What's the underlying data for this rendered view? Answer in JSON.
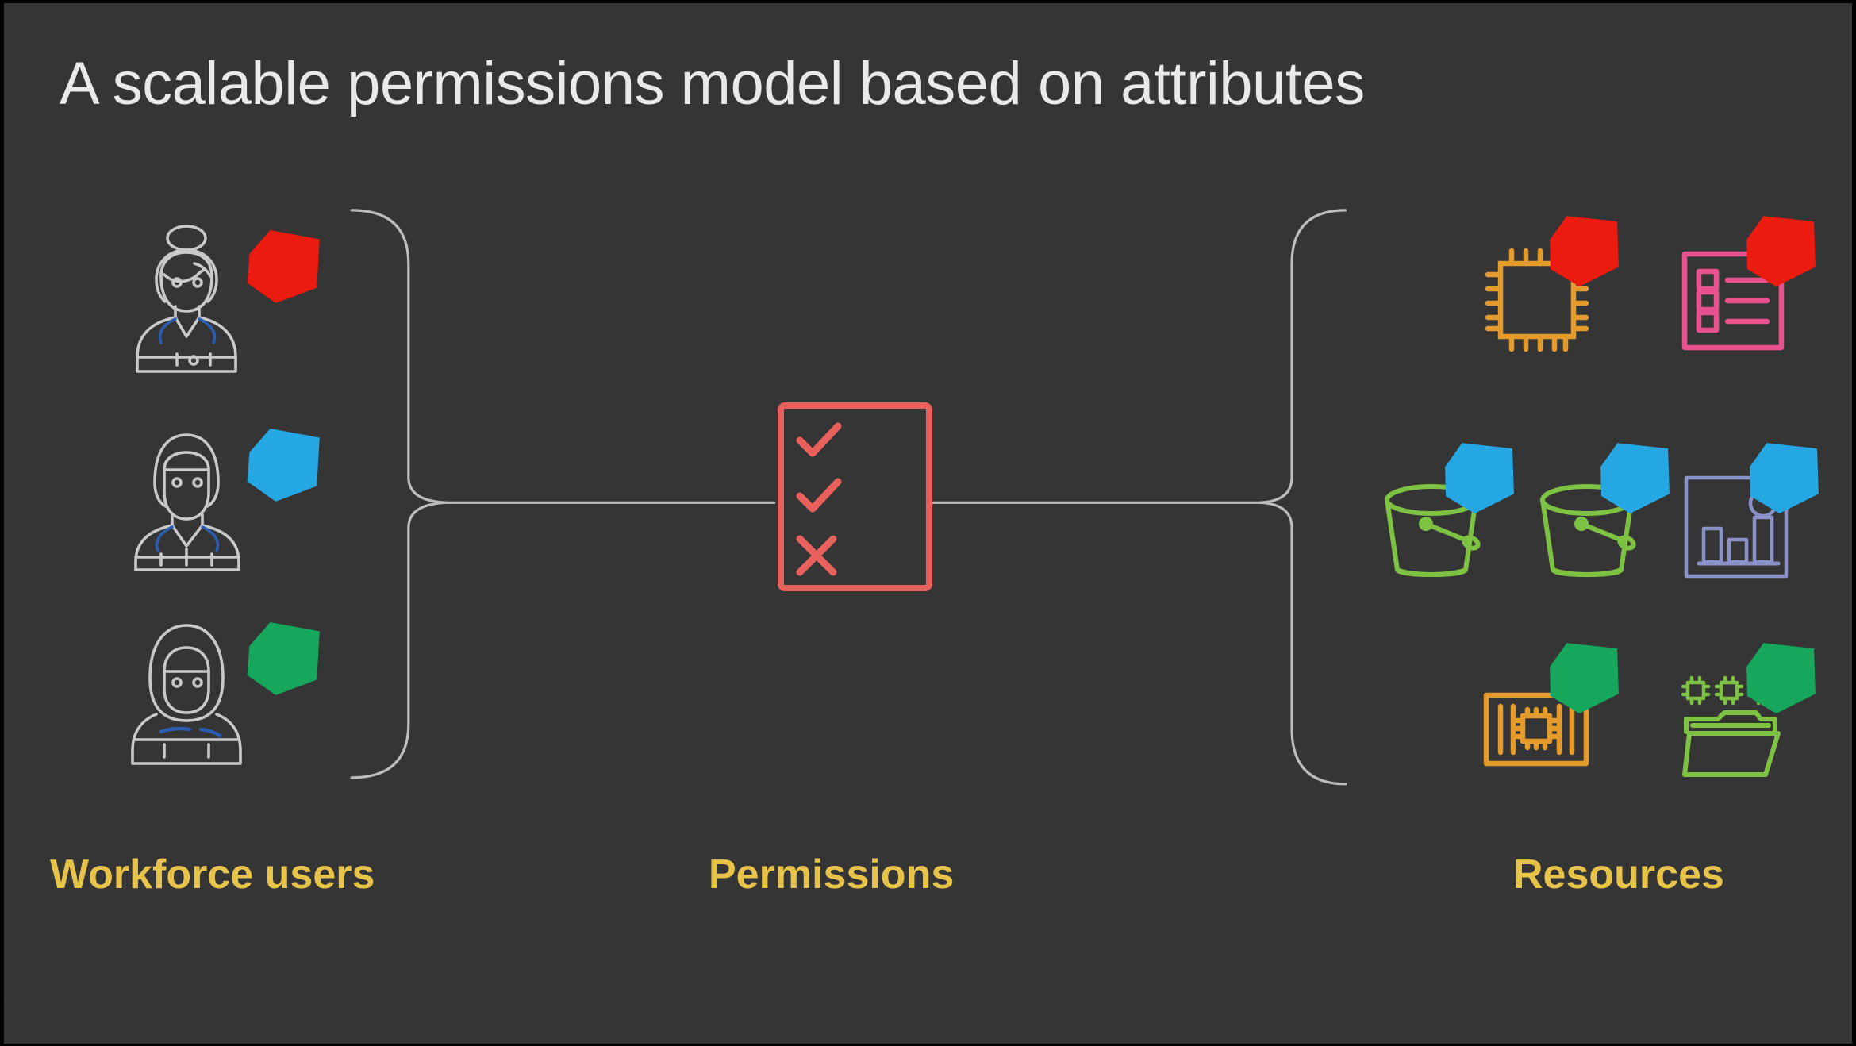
{
  "slide": {
    "title": "A scalable permissions model based on attributes",
    "background_color": "#353535",
    "title_color": "#E9E9E9",
    "caption_color": "#E8C34A",
    "connector_color": "#BDBDBD"
  },
  "columns": {
    "users_caption": "Workforce users",
    "permissions_caption": "Permissions",
    "resources_caption": "Resources"
  },
  "users": [
    {
      "icon": "person-bun-hair-icon",
      "tag_icon": "attribute-tag-icon",
      "tag_color": "#EC1B10",
      "accent_color": "#2A5DB0"
    },
    {
      "icon": "person-short-hair-icon",
      "tag_icon": "attribute-tag-icon",
      "tag_color": "#25A7E4",
      "accent_color": "#2A5DB0"
    },
    {
      "icon": "person-headscarf-icon",
      "tag_icon": "attribute-tag-icon",
      "tag_color": "#16A75C",
      "accent_color": "#2A5DB0"
    }
  ],
  "permissions_card": {
    "icon": "permissions-checklist-icon",
    "border_color": "#E8605C",
    "marks": [
      "check",
      "check",
      "cross"
    ]
  },
  "resources": [
    {
      "row_tag_color": "#EC1B10",
      "items": [
        {
          "icon": "compute-chip-icon",
          "color": "#E49B2B",
          "tag_icon": "attribute-tag-icon"
        },
        {
          "icon": "queue-list-icon",
          "color": "#E8518D",
          "tag_icon": "attribute-tag-icon"
        }
      ]
    },
    {
      "row_tag_color": "#25A7E4",
      "items": [
        {
          "icon": "storage-bucket-icon",
          "color": "#7DC242",
          "tag_icon": "attribute-tag-icon"
        },
        {
          "icon": "storage-bucket-icon",
          "color": "#7DC242",
          "tag_icon": "attribute-tag-icon"
        },
        {
          "icon": "analytics-chart-icon",
          "color": "#8A92C8",
          "tag_icon": "attribute-tag-icon"
        }
      ]
    },
    {
      "row_tag_color": "#16A75C",
      "items": [
        {
          "icon": "server-rack-icon",
          "color": "#E49B2B",
          "tag_icon": "attribute-tag-icon"
        },
        {
          "icon": "folder-compute-icon",
          "color": "#7DC242",
          "tag_icon": "attribute-tag-icon"
        }
      ]
    }
  ],
  "connectors": {
    "left_bracket": "users-bracket",
    "right_bracket": "resources-bracket",
    "left_link": "users-to-permissions-line",
    "right_link": "permissions-to-resources-line"
  }
}
